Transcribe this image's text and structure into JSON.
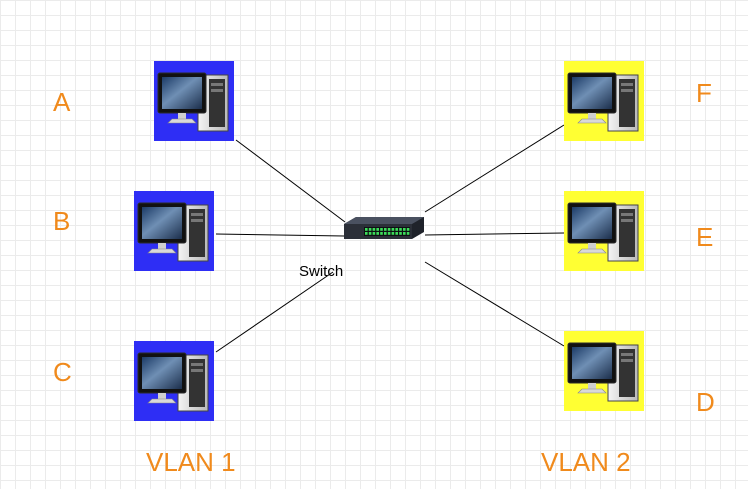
{
  "switch": {
    "label": "Switch"
  },
  "groups": [
    {
      "label": "VLAN 1",
      "color": "#2e2ef5",
      "nodes": [
        "A",
        "B",
        "C"
      ]
    },
    {
      "label": "VLAN 2",
      "color": "#ffff33",
      "nodes": [
        "F",
        "E",
        "D"
      ]
    }
  ],
  "colors": {
    "label": "#f08a1c",
    "link": "#000000",
    "switch_body": "#2b2f38",
    "switch_ports": "#3ddc5a"
  }
}
